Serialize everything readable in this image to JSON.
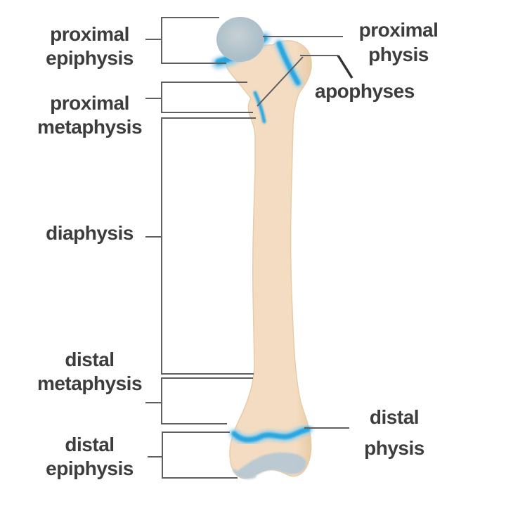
{
  "figure": {
    "title": "Long bone (femur) anatomic regions diagram",
    "background": "#ffffff",
    "colors": {
      "bone": "#f3dcc2",
      "bone_edge": "#e7cba5",
      "cartilage": "#b7c8d3",
      "cartilage_light": "#c9d4da",
      "head_center": "#c7d1d5",
      "head_edge": "#acbfc9",
      "physis_blue": "#2ba6df",
      "physis_glow": "#8ecdec",
      "line": "#5f5f5f",
      "pointer_dark": "#333333",
      "text": "#3d3d3d"
    },
    "left_labels": [
      {
        "id": "proximal-epiphysis",
        "line1": "proximal",
        "line2": "epiphysis"
      },
      {
        "id": "proximal-metaphysis",
        "line1": "proximal",
        "line2": "metaphysis"
      },
      {
        "id": "diaphysis",
        "line1": "diaphysis",
        "line2": ""
      },
      {
        "id": "distal-metaphysis",
        "line1": "distal",
        "line2": "metaphysis"
      },
      {
        "id": "distal-epiphysis",
        "line1": "distal",
        "line2": "epiphysis"
      }
    ],
    "right_labels": [
      {
        "id": "proximal-physis",
        "line1": "proximal",
        "line2": "physis"
      },
      {
        "id": "apophyses",
        "line1": "apophyses",
        "line2": ""
      },
      {
        "id": "distal-physis",
        "line1": "distal",
        "line2": "physis"
      }
    ]
  }
}
